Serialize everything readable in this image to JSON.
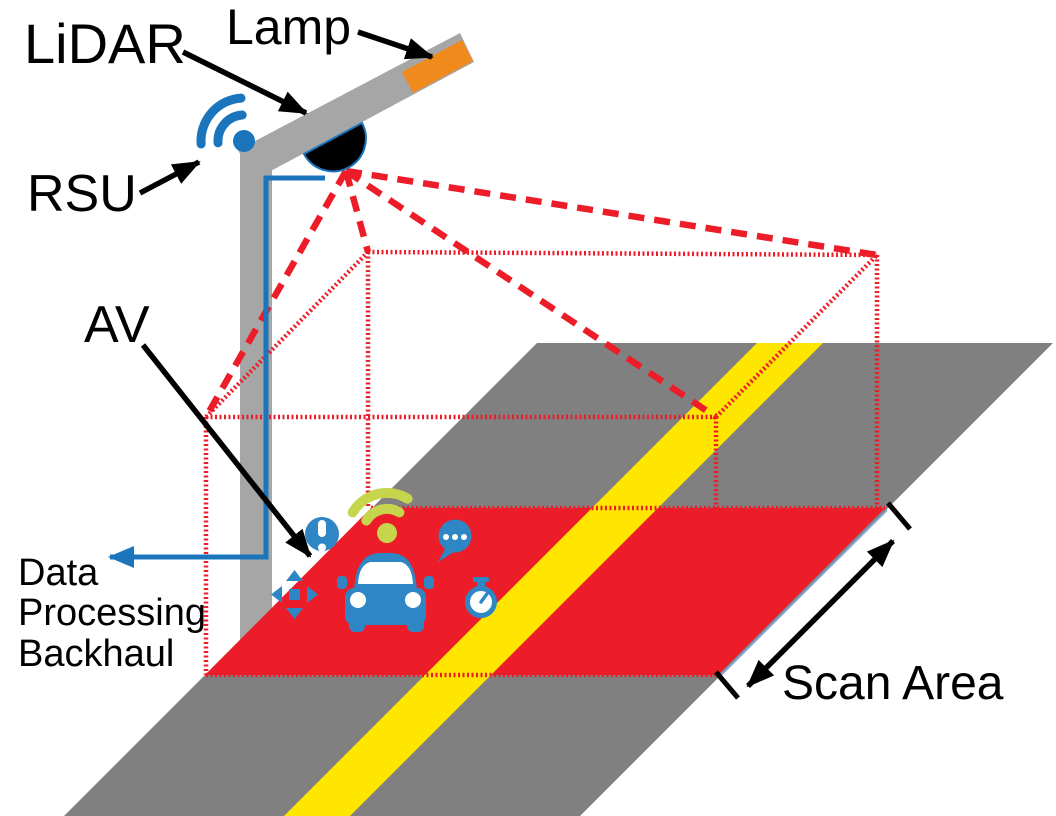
{
  "title": "Roadside LiDAR infrastructure scanning diagram",
  "labels": {
    "lidar": "LiDAR",
    "lamp": "Lamp",
    "rsu": "RSU",
    "av": "AV",
    "scan_area": "Scan Area",
    "backhaul": [
      "Data",
      "Processing",
      "Backhaul"
    ]
  },
  "colors": {
    "road": "#808080",
    "pole": "#a6a6a6",
    "lamp": "#f08a1d",
    "scan_red": "#ed1c29",
    "lane_yellow": "#ffe600",
    "line_blue": "#1b75bc",
    "icon_blue": "#2e86c4",
    "wifi_green": "#c5d54c",
    "sensor_black": "#000000",
    "label_black": "#000000"
  },
  "icons": {
    "sensor": "lidar-sensor-dome-icon",
    "rsu_signal": "rsu-wifi-icon",
    "lamp_fixture": "lamp-bar-icon",
    "av_vehicle": "car-icon",
    "av_connectivity": "wifi-icon",
    "av_alert": "exclamation-icon",
    "av_message": "chat-bubble-icon",
    "av_latency": "stopwatch-icon",
    "av_motion": "move-arrows-icon",
    "backhaul_arrow": "left-arrow-icon",
    "scan_extent": "double-headed-arrow-icon"
  }
}
